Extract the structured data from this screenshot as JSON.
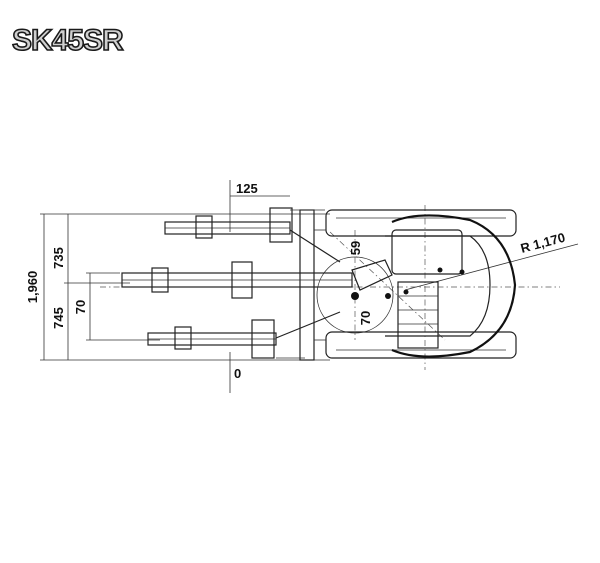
{
  "model": "SK45SR",
  "dimensions": {
    "offset_top": "125",
    "offset_zero": "0",
    "overall_width": "1,960",
    "offset_left": "735",
    "offset_right": "745",
    "offset_small": "70",
    "angle_left": "59",
    "angle_right": "70",
    "tail_radius": "R 1,170"
  }
}
